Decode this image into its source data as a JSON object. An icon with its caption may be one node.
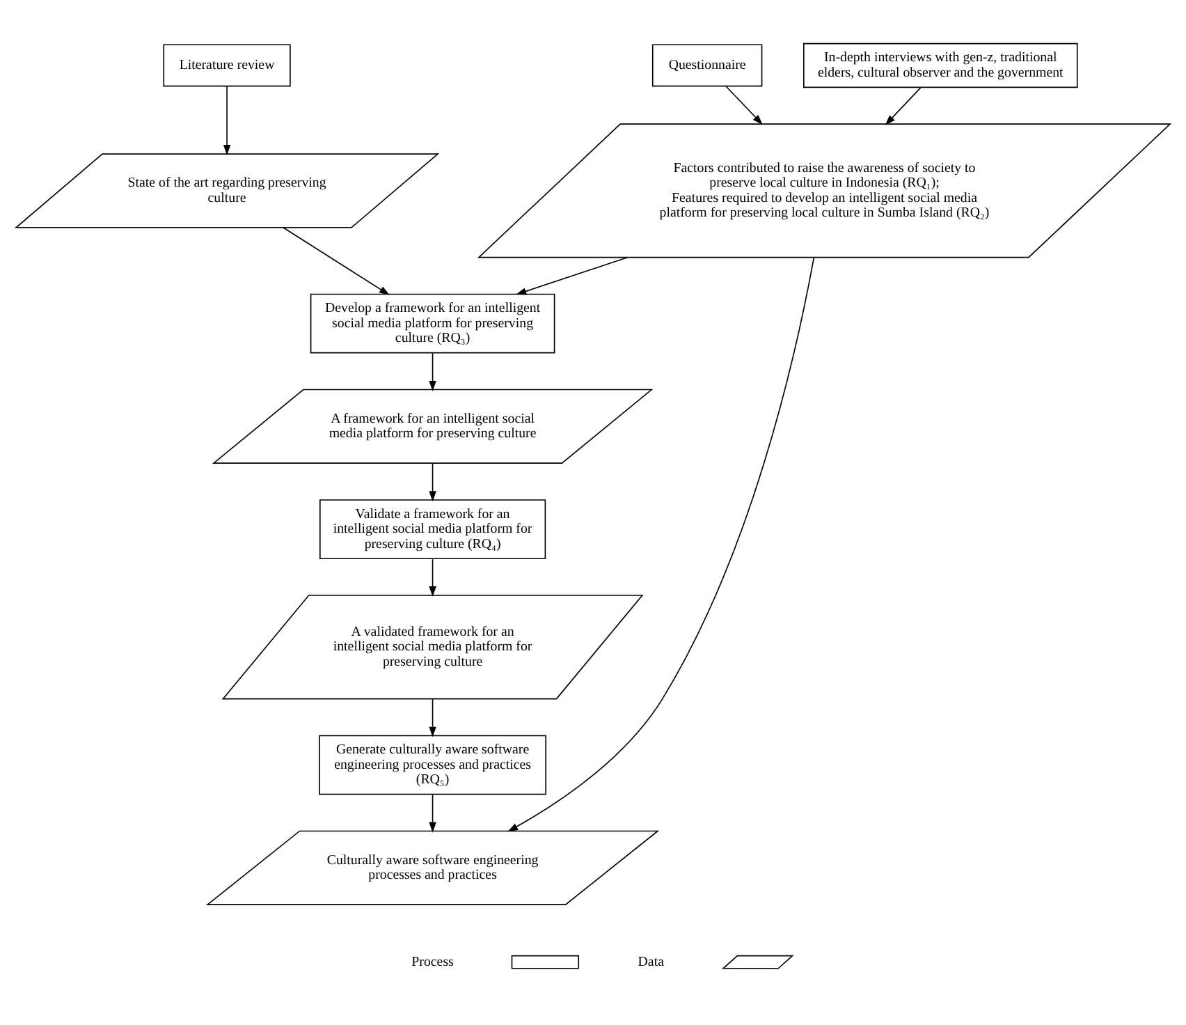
{
  "diagram": {
    "nodes": [
      {
        "text": [
          "Literature review"
        ]
      },
      {
        "text": [
          "Questionnaire"
        ]
      },
      {
        "text": [
          "In-depth interviews with gen-z, traditional elders, cultural observer and the government"
        ]
      },
      {
        "text": [
          "State of the art regarding preserving culture"
        ]
      },
      {
        "text": [
          "Factors contributed to raise the awareness of society to preserve local culture in Indonesia (RQ₁);",
          "Features required to develop an intelligent social media platform for preserving local culture in Sumba Island (RQ₂)"
        ]
      },
      {
        "text": [
          "Develop a framework for an intelligent social media platform for preserving culture (RQ₃)"
        ]
      },
      {
        "text": [
          "A framework for an intelligent social media platform for preserving culture"
        ]
      },
      {
        "text": [
          "Validate a framework for an intelligent social media platform for preserving culture (RQ₄)"
        ]
      },
      {
        "text": [
          "A validated framework for an intelligent social media platform for preserving culture"
        ]
      },
      {
        "text": [
          "Generate culturally aware software engineering processes and practices (RQ₅)"
        ]
      },
      {
        "text": [
          "Culturally aware software engineering processes and practices"
        ]
      }
    ],
    "edges": [
      {
        "from": 0,
        "to": 3,
        "arrow": "to"
      },
      {
        "from": 1,
        "to": 4,
        "arrow": "to"
      },
      {
        "from": 2,
        "to": 4,
        "arrow": "to"
      },
      {
        "from": 3,
        "to": 5,
        "arrow": "to"
      },
      {
        "from": 4,
        "to": 5,
        "arrow": "to"
      },
      {
        "from": 5,
        "to": 6,
        "arrow": "to"
      },
      {
        "from": 6,
        "to": 7,
        "arrow": "to"
      },
      {
        "from": 7,
        "to": 8,
        "arrow": "to"
      },
      {
        "from": 8,
        "to": 9,
        "arrow": "to"
      },
      {
        "from": 9,
        "to": 10,
        "arrow": "to"
      },
      {
        "from": 4,
        "to": 10,
        "arrow": "to"
      }
    ],
    "legend": [
      {
        "text": "Process"
      },
      {
        "text": "Data"
      }
    ]
  }
}
